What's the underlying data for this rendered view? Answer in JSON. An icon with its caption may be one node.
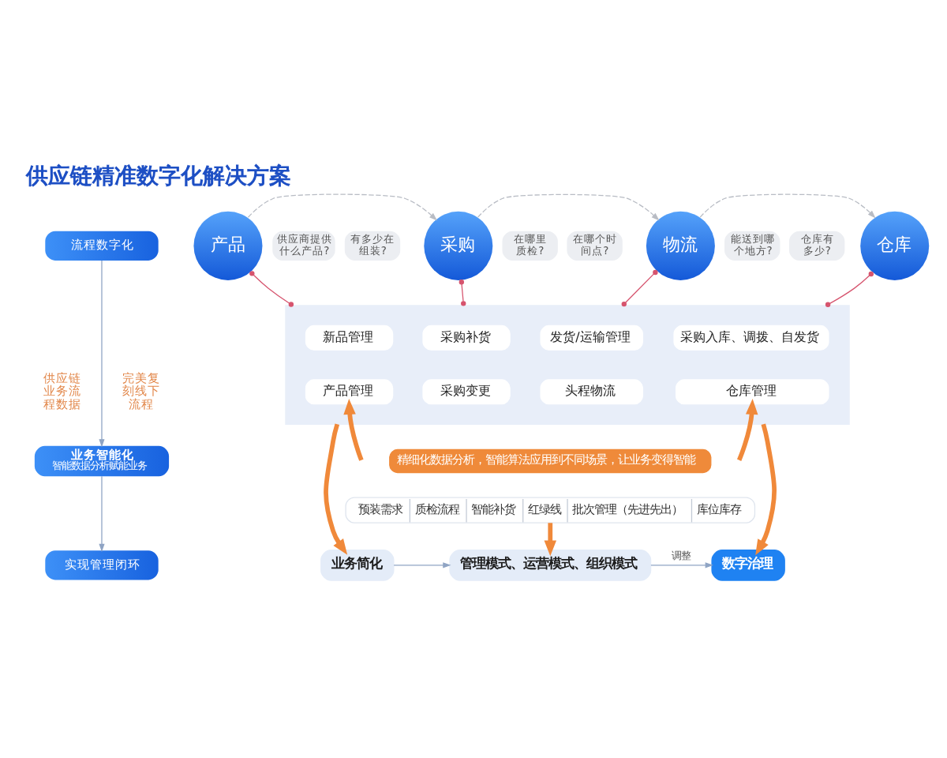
{
  "diagram": {
    "title": "供应链精准数字化解决方案",
    "nodes": [
      {
        "text": [
          "产品"
        ]
      },
      {
        "text": [
          "供应商提供什么产品?"
        ]
      },
      {
        "text": [
          "有多少在组装?"
        ]
      },
      {
        "text": [
          "采购"
        ]
      },
      {
        "text": [
          "在哪里质检?"
        ]
      },
      {
        "text": [
          "在哪个时间点?"
        ]
      },
      {
        "text": [
          "物流"
        ]
      },
      {
        "text": [
          "能送到哪个地方?"
        ]
      },
      {
        "text": [
          "仓库有多少?"
        ]
      },
      {
        "text": [
          "仓库"
        ]
      },
      {
        "text": [
          "流程数字化"
        ]
      },
      {
        "text": [
          "业务智能化",
          "智能数据分析赋能业务"
        ]
      },
      {
        "text": [
          "实现管理闭环"
        ]
      },
      {
        "text": [],
        "shape": "box"
      },
      {
        "text": [
          "新品管理"
        ],
        "in": 13
      },
      {
        "text": [
          "产品管理"
        ],
        "in": 13
      },
      {
        "text": [
          "采购补货"
        ],
        "in": 13
      },
      {
        "text": [
          "采购变更"
        ],
        "in": 13
      },
      {
        "text": [
          "发货/运输管理"
        ],
        "in": 13
      },
      {
        "text": [
          "头程物流"
        ],
        "in": 13
      },
      {
        "text": [
          "采购入库、调拨、自发货"
        ],
        "in": 13
      },
      {
        "text": [
          "仓库管理"
        ],
        "in": 13
      },
      {
        "text": [
          "精细化数据分析，智能算法应用到不同场景，让业务变得智能"
        ]
      },
      {
        "text": [
          "预装需求",
          "质检流程",
          "智能补货",
          "红绿线",
          "批次管理（先进先出）",
          "库位库存"
        ]
      },
      {
        "text": [
          "业务简化"
        ]
      },
      {
        "text": [
          "管理模式、运营模式、组织模式"
        ]
      },
      {
        "text": [
          "数字治理"
        ]
      }
    ],
    "edges": [
      {
        "from": 0,
        "to": 3,
        "arrow": "to",
        "style": "dashed",
        "color": "#b8bcc4"
      },
      {
        "from": 3,
        "to": 6,
        "arrow": "to",
        "style": "dashed",
        "color": "#b8bcc4"
      },
      {
        "from": 6,
        "to": 9,
        "arrow": "to",
        "style": "dashed",
        "color": "#b8bcc4"
      },
      {
        "from": 0,
        "to": 13,
        "arrow": "other",
        "color": "#d6546e"
      },
      {
        "from": 3,
        "to": 13,
        "arrow": "other",
        "color": "#d6546e"
      },
      {
        "from": 6,
        "to": 13,
        "arrow": "other",
        "color": "#d6546e"
      },
      {
        "from": 9,
        "to": 13,
        "arrow": "other",
        "color": "#d6546e"
      },
      {
        "from": 10,
        "to": 11,
        "arrow": "to",
        "color": "#8fa4c4"
      },
      {
        "from": 11,
        "to": 12,
        "arrow": "to",
        "color": "#8fa4c4"
      },
      {
        "from": null,
        "to": 15,
        "arrow": "to",
        "style": "thick"
      },
      {
        "from": 13,
        "to": 24,
        "arrow": "to",
        "style": "thick"
      },
      {
        "from": 23,
        "to": 25,
        "arrow": "to",
        "style": "thick"
      },
      {
        "from": null,
        "to": 21,
        "arrow": "to",
        "style": "thick"
      },
      {
        "from": 13,
        "to": 26,
        "arrow": "to",
        "style": "thick"
      },
      {
        "from": 24,
        "to": 25,
        "arrow": "to",
        "color": "#8fa4c4"
      },
      {
        "from": 25,
        "to": 26,
        "arrow": "to",
        "label": "调整",
        "color": "#8fa4c4"
      }
    ],
    "labels": [
      "供应链业务流程数据",
      "完美复刻线下流程"
    ]
  }
}
